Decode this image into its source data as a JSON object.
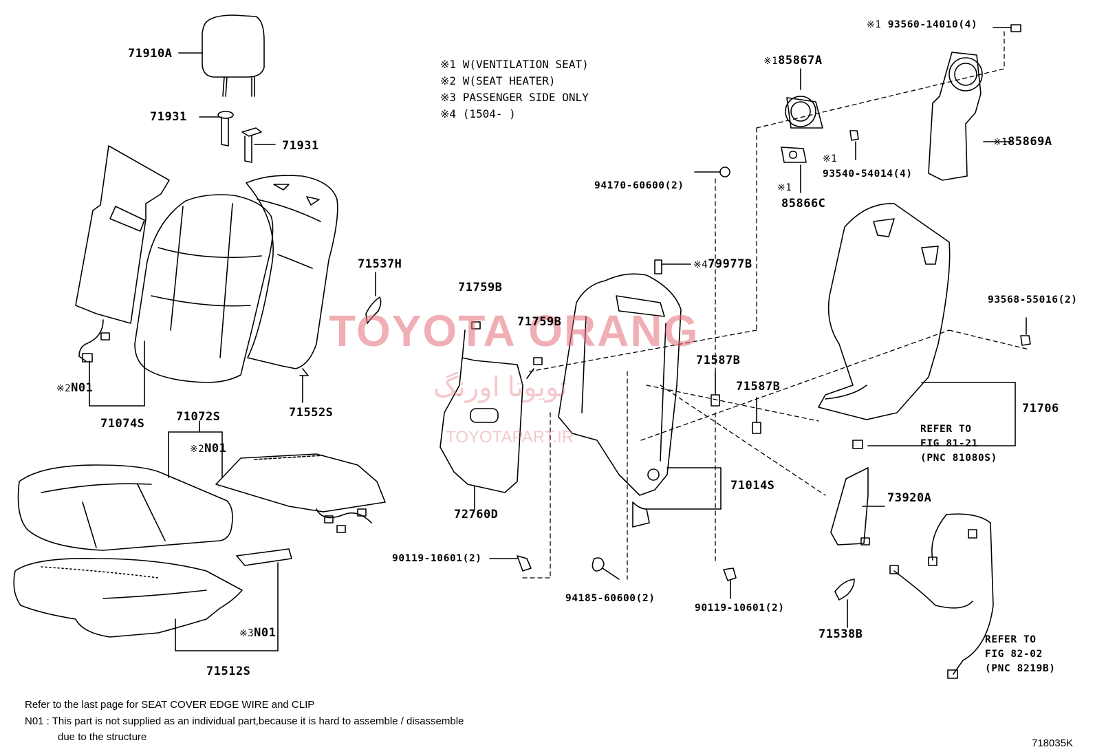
{
  "legend": [
    {
      "mark": "※1",
      "text": "W(VENTILATION SEAT)"
    },
    {
      "mark": "※2",
      "text": "W(SEAT HEATER)"
    },
    {
      "mark": "※3",
      "text": "PASSENGER SIDE ONLY"
    },
    {
      "mark": "※4",
      "text": "(1504-      )"
    }
  ],
  "parts": {
    "p71910A": "71910A",
    "p71931a": "71931",
    "p71931b": "71931",
    "p71074S": "71074S",
    "p71072S": "71072S",
    "p71552S": "71552S",
    "p71537H": "71537H",
    "p71512S": "71512S",
    "n01_seat_heater_back": {
      "mark": "※2",
      "text": "N01"
    },
    "n01_seat_heater_cushion": {
      "mark": "※2",
      "text": "N01"
    },
    "n01_passenger": {
      "mark": "※3",
      "text": "N01"
    },
    "p71759B_a": "71759B",
    "p71759B_b": "71759B",
    "p72760D": "72760D",
    "p90119_left": "90119-10601(2)",
    "p94185": "94185-60600(2)",
    "p90119_right": "90119-10601(2)",
    "p94170": "94170-60600(2)",
    "p79977B": {
      "mark": "※4",
      "text": "79977B"
    },
    "p71587B_a": "71587B",
    "p71587B_b": "71587B",
    "p71014S": "71014S",
    "p85867A": {
      "mark": "※1",
      "text": "85867A"
    },
    "p85866C": {
      "mark": "※1",
      "text": "85866C"
    },
    "p93540": {
      "mark": "※1",
      "text": "93540-54014(4)"
    },
    "p93560": {
      "mark": "※1",
      "text": "93560-14010(4)"
    },
    "p85869A": {
      "mark": "※1",
      "text": "85869A"
    },
    "p93568": "93568-55016(2)",
    "p71706": "71706",
    "p73920A": "73920A",
    "p71538B": "71538B"
  },
  "refer1": [
    "REFER TO",
    "FIG 81-21",
    "(PNC 81080S)"
  ],
  "refer2": [
    "REFER TO",
    "FIG 82-02",
    "(PNC 8219B)"
  ],
  "notes": {
    "line1": "Refer to the last page for SEAT COVER EDGE WIRE and CLIP",
    "line2": "N01 : This part is not supplied as an individual part,because it is hard to assemble / disassemble",
    "line3": "due to the structure"
  },
  "figure_code": "718035K",
  "watermark": {
    "main": "TOYOTA ORANG",
    "persian": "تویوتا اورنگ",
    "url": "TOYOTAPART.IR"
  }
}
